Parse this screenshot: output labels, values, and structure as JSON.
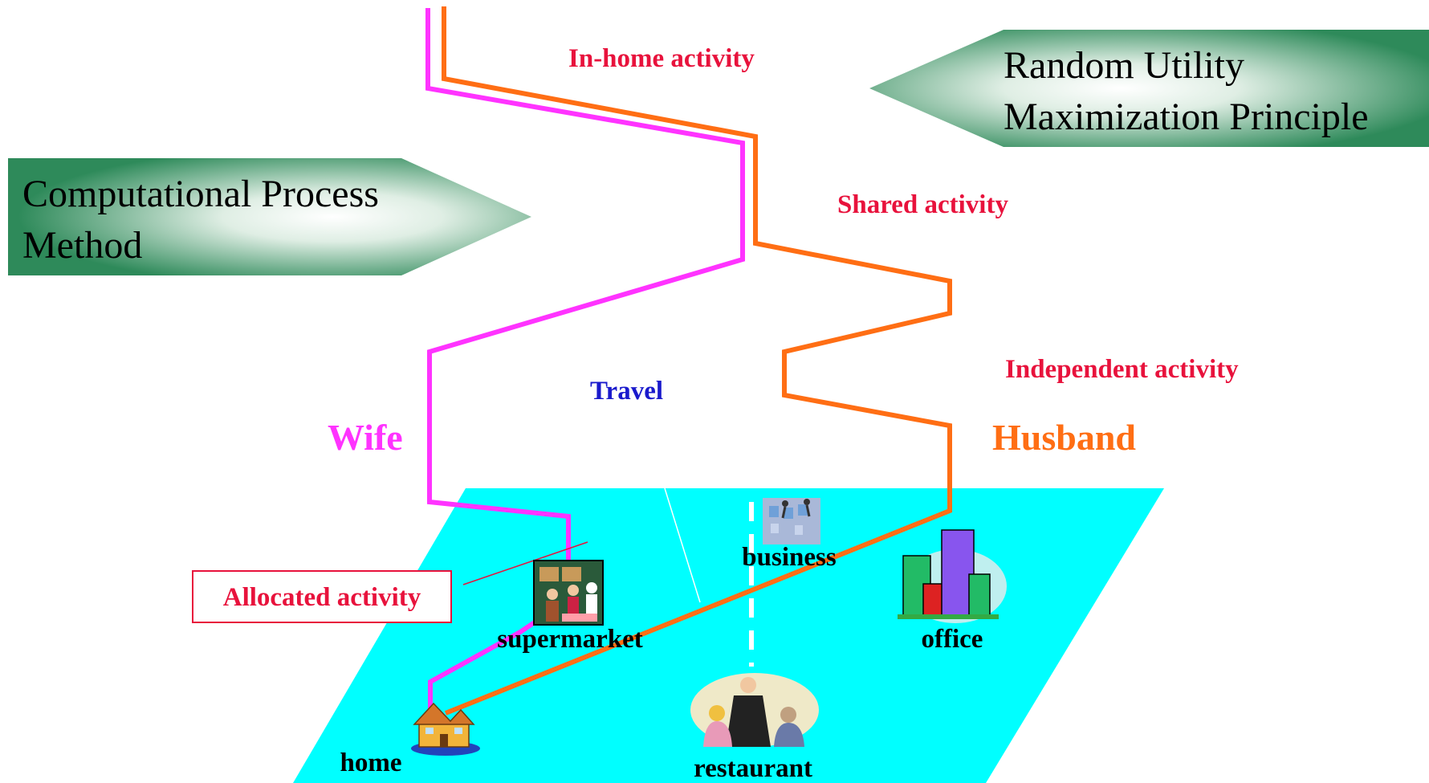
{
  "arrows": {
    "left": {
      "line1": "Computational Process",
      "line2": "Method"
    },
    "right": {
      "line1": "Random Utility",
      "line2": "Maximization Principle"
    }
  },
  "labels": {
    "in_home": "In-home activity",
    "shared": "Shared activity",
    "independent": "Independent activity",
    "travel": "Travel",
    "wife": "Wife",
    "husband": "Husband",
    "allocated": "Allocated activity"
  },
  "places": {
    "business": "business",
    "office": "office",
    "supermarket": "supermarket",
    "home": "home",
    "restaurant": "restaurant"
  },
  "colors": {
    "wife": "#ff33ff",
    "husband": "#ff6e14",
    "label_red": "#e8123c",
    "travel_blue": "#1a1acc",
    "plane": "#00ffff",
    "arrow_green": "#2e8a5a"
  }
}
